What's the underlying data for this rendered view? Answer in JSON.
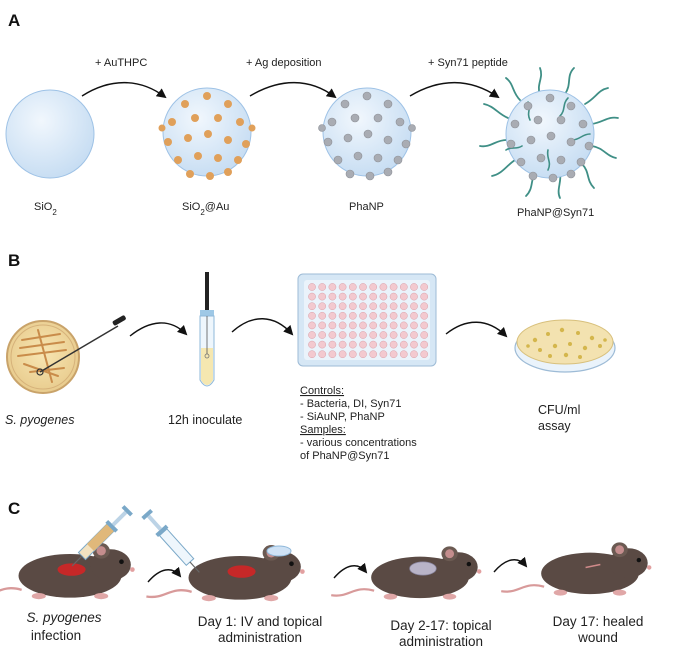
{
  "panels": {
    "a": {
      "letter": "A",
      "steps": [
        "+ AuTHPC",
        "+ Ag deposition",
        "+ Syn71 peptide"
      ],
      "particles": [
        {
          "label": "SiO",
          "sub": "2",
          "tail": ""
        },
        {
          "label": "SiO",
          "sub": "2",
          "tail": "@Au"
        },
        {
          "label": "PhaNP",
          "sub": "",
          "tail": ""
        },
        {
          "label": "PhaNP@Syn71",
          "sub": "",
          "tail": ""
        }
      ]
    },
    "b": {
      "letter": "B",
      "organism": "S. pyogenes",
      "inoculate": "12h inoculate",
      "controls_heading": "Controls:",
      "controls": [
        "- Bacteria, DI, Syn71",
        "- SiAuNP, PhaNP"
      ],
      "samples_heading": "Samples:",
      "samples": [
        "- various concentrations",
        "of PhaNP@Syn71"
      ],
      "assay": [
        "CFU/ml",
        "assay"
      ]
    },
    "c": {
      "letter": "C",
      "stages": [
        {
          "line1": "S. pyogenes",
          "line2": "infection"
        },
        {
          "line1": "Day 1: IV and topical",
          "line2": "administration"
        },
        {
          "line1": "Day 2-17: topical",
          "line2": "administration"
        },
        {
          "line1": "Day 17: healed",
          "line2": "wound"
        }
      ]
    }
  },
  "colors": {
    "silica": "#cfe2f5",
    "gold": "#e0a05a",
    "silver": "#a9acb3",
    "peptide": "#3f8f86",
    "mouse": "#5a4a44",
    "wound": "#c62828",
    "agar": "#f3e2b0"
  }
}
